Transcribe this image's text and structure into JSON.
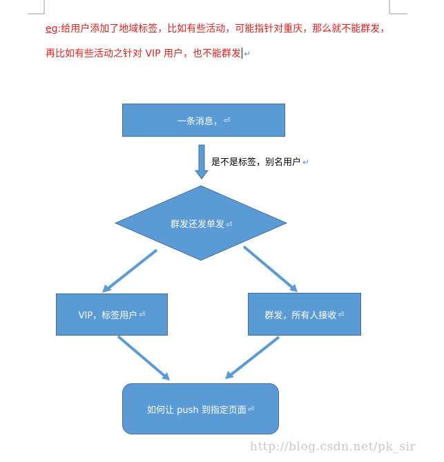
{
  "doc": {
    "para1": {
      "eg": "eg",
      "rest": ":给用户添加了地域标签，比如有些活动，可能指针对重庆，那么就不能群发，"
    },
    "para2": "再比如有些活动之针对 VIP 用户，也不能群发",
    "return_mark": "↵"
  },
  "flow": {
    "start": "一条消息，",
    "arrow_label": "是不是标签，别名用户",
    "decision": "群发还发单发",
    "left": "VIP，标签用户",
    "right": "群发，所有人接收",
    "end": "如何让 push 到指定页面",
    "box_mark": "⏎"
  },
  "watermark": "http://blog.csdn.net/pk_sir",
  "colors": {
    "shape_fill": "#5b9bd5",
    "shape_border": "#41719c",
    "text_red": "#e0201c"
  }
}
